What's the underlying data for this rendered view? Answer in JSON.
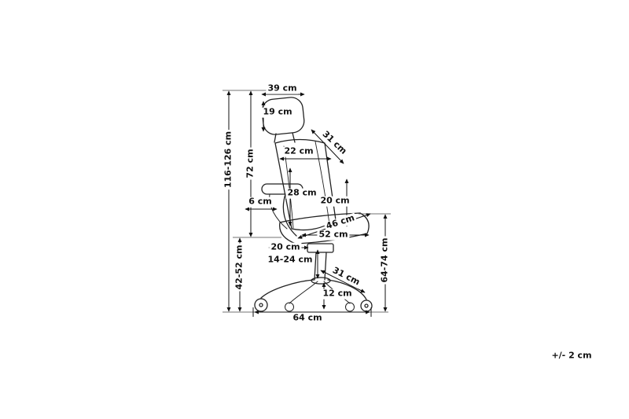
{
  "diagram": {
    "note": "+/- 2 cm",
    "dims": {
      "headrest_width": "39 cm",
      "headrest_height": "19 cm",
      "backrest_diagonal": "31 cm",
      "backrest_width": "22 cm",
      "backrest_height": "28 cm",
      "armrest_pad_width": "6 cm",
      "backrest_to_seat": "20 cm",
      "seat_diagonal": "46 cm",
      "seat_width": "52 cm",
      "seat_front_depth": "20 cm",
      "gas_lift_range": "14-24 cm",
      "base_leg_length": "31 cm",
      "caster_height": "12 cm",
      "base_width": "64 cm",
      "total_height_range": "116-126 cm",
      "back_height": "72 cm",
      "seat_height_range": "42-52 cm",
      "armrest_height_range": "64-74 cm"
    }
  }
}
